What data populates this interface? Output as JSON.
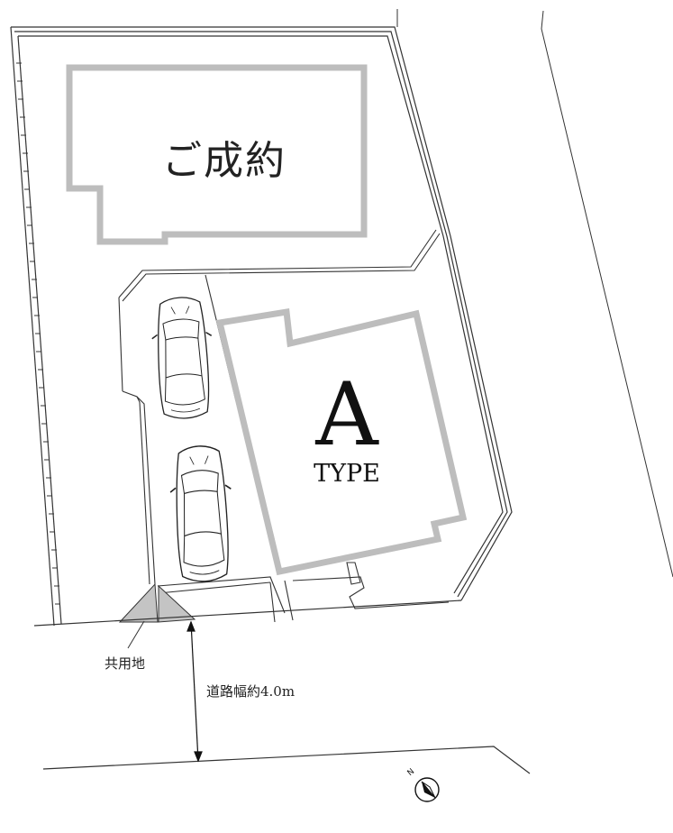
{
  "lots": {
    "sold": {
      "label": "ご成約"
    },
    "a_type": {
      "letter": "A",
      "word": "TYPE"
    }
  },
  "annotations": {
    "common_land": "共用地",
    "road_width": "道路幅約4.0m"
  },
  "compass": {
    "label": "N"
  },
  "colors": {
    "outline": "#333333",
    "building_wall": "#bdbdbd",
    "common_land_fill": "#c4c4c4",
    "car_body": "#ffffff"
  }
}
